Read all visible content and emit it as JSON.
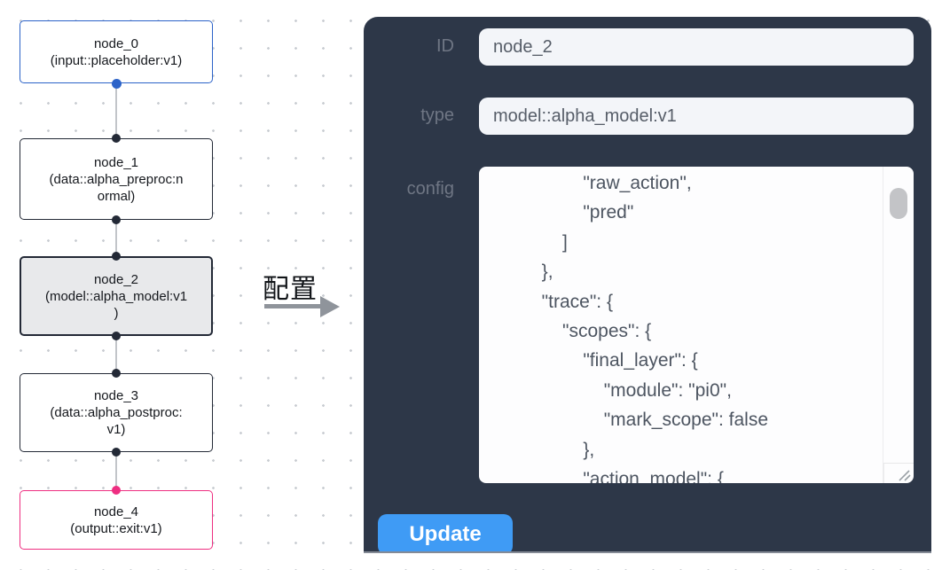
{
  "canvas": {
    "nodes": [
      {
        "id": "node_0",
        "line1": "node_0",
        "line2": "(input::placeholder:v1)"
      },
      {
        "id": "node_1",
        "line1": "node_1",
        "line2": "(data::alpha_preproc:n",
        "line3": "ormal)"
      },
      {
        "id": "node_2",
        "line1": "node_2",
        "line2": "(model::alpha_model:v1",
        "line3": ")",
        "selected": true
      },
      {
        "id": "node_3",
        "line1": "node_3",
        "line2": "(data::alpha_postproc:",
        "line3": "v1)"
      },
      {
        "id": "node_4",
        "line1": "node_4",
        "line2": "(output::exit:v1)"
      }
    ]
  },
  "transition": {
    "label": "配置"
  },
  "panel": {
    "id_field": {
      "label": "ID",
      "value": "node_2"
    },
    "type_field": {
      "label": "type",
      "value": "model::alpha_model:v1"
    },
    "config_field": {
      "label": "config",
      "value": "                \"raw_action\",\n                \"pred\"\n            ]\n        },\n        \"trace\": {\n            \"scopes\": {\n                \"final_layer\": {\n                    \"module\": \"pi0\",\n                    \"mark_scope\": false\n                },\n                \"action_model\": {"
    },
    "update_label": "Update"
  },
  "colors": {
    "accent": "#3f9bf5",
    "panel_bg": "#2d3748",
    "input_bg": "#f3f5f9",
    "label_color": "#6f7684",
    "node_selected_bg": "#e8e9eb",
    "border_blue": "#2c63c8",
    "border_pink": "#ee2e81",
    "border_dark": "#232936",
    "dot_color": "#c9cdd2"
  }
}
